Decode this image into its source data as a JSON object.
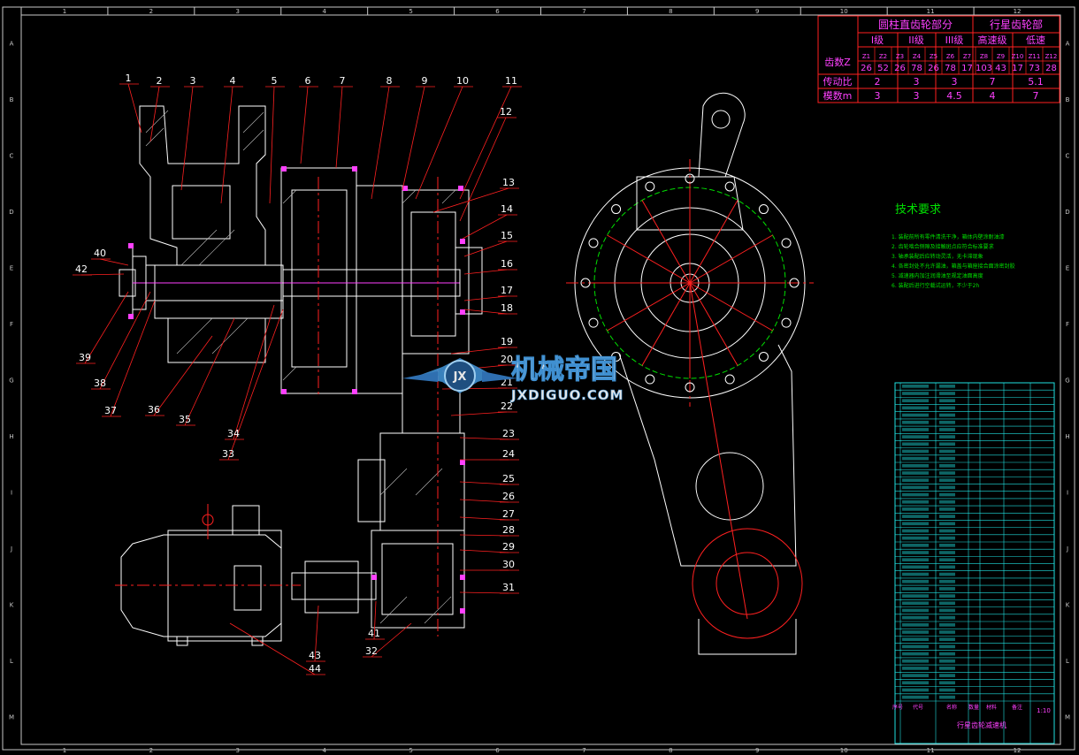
{
  "colors": {
    "background": "#000000",
    "frame": "#c8c8c8",
    "part": "#ffffff",
    "leader": "#ff2020",
    "center_line": "#ff2020",
    "dim_green": "#00e000",
    "table_border": "#ff2020",
    "table_text": "#ff40ff",
    "bom_border": "#20e0e0",
    "logo_blue": "#3f8fd0",
    "logo_text": "#e6e6e6"
  },
  "border": {
    "top_numbers": [
      "1",
      "2",
      "3",
      "4",
      "5",
      "6",
      "7",
      "8",
      "9",
      "10",
      "11",
      "12"
    ],
    "side_letters": [
      "A",
      "B",
      "C",
      "D",
      "E",
      "F",
      "G",
      "H",
      "I",
      "J",
      "K",
      "L",
      "M"
    ]
  },
  "gear_table": {
    "group1_title": "圆柱直齿轮部分",
    "group2_title": "行星齿轮部",
    "stage_headers": [
      "I级",
      "II级",
      "III级",
      "高速级",
      "低速"
    ],
    "row_teeth_label": "齿数Z",
    "teeth_symbols": [
      "Z1",
      "Z2",
      "Z3",
      "Z4",
      "Z5",
      "Z6",
      "Z7",
      "Z8",
      "Z9",
      "Z10",
      "Z11",
      "Z12"
    ],
    "teeth_values": [
      "26",
      "52",
      "26",
      "78",
      "26",
      "78",
      "17",
      "103",
      "43",
      "17",
      "73",
      "28"
    ],
    "row_ratio_label": "传动比",
    "ratio_values": [
      "2",
      "3",
      "3",
      "7",
      "5.1"
    ],
    "row_module_label": "模数m",
    "module_values": [
      "3",
      "3",
      "4.5",
      "4",
      "7"
    ]
  },
  "technical_requirements": {
    "title": "技术要求",
    "items": [
      "1. 装配前所有零件清洗干净，箱体内壁涂耐油漆",
      "2. 齿轮啮合侧隙及接触斑点应符合标准要求",
      "3. 轴承装配后应转动灵活，无卡滞现象",
      "4. 各密封处不允许漏油，箱盖与箱座接合面涂密封胶",
      "5. 减速器内加注润滑油至规定油面高度",
      "6. 装配后进行空载试运转，不少于2h"
    ]
  },
  "part_labels": [
    "1",
    "2",
    "3",
    "4",
    "5",
    "6",
    "7",
    "8",
    "9",
    "10",
    "11",
    "12",
    "13",
    "14",
    "15",
    "16",
    "17",
    "18",
    "19",
    "20",
    "21",
    "22",
    "23",
    "24",
    "25",
    "26",
    "27",
    "28",
    "29",
    "30",
    "31",
    "32",
    "33",
    "34",
    "35",
    "36",
    "37",
    "38",
    "39",
    "40",
    "41",
    "42",
    "43",
    "44"
  ],
  "bom": {
    "rows": 44,
    "footer_columns": [
      "序号",
      "代号",
      "名称",
      "数量",
      "材料",
      "备注"
    ],
    "title_block_name": "行星齿轮减速机",
    "title_block_code": "1:10"
  },
  "watermark": {
    "logo_letters": "JX",
    "cn_text": "机械帝国",
    "en_text": "JXDIGUO.COM"
  }
}
